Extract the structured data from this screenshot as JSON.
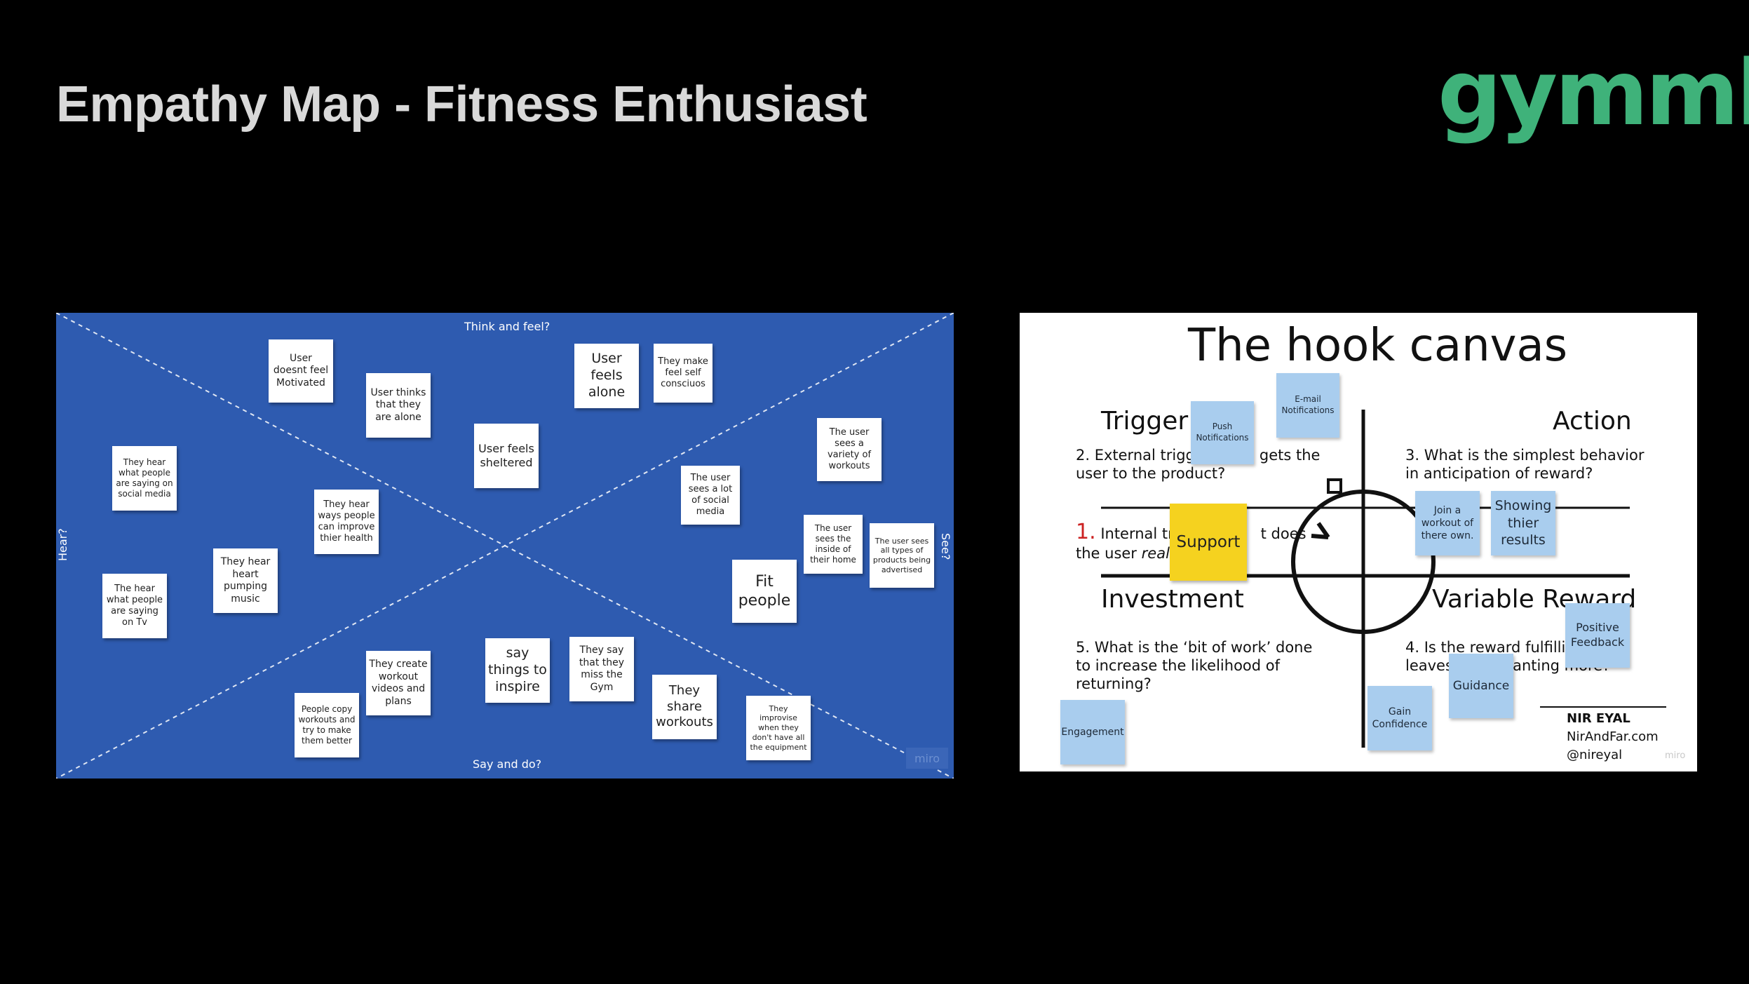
{
  "title": "Empathy Map - Fitness Enthusiast",
  "logo": "gymmly",
  "colors": {
    "background": "#000000",
    "logo": "#3fb27a",
    "empathy_bg": "#2e5bb0",
    "note_blue": "#a9cdee",
    "note_yellow": "#f5d21f",
    "number_red": "#cc2222"
  },
  "empathy": {
    "top_label": "Think and feel?",
    "bottom_label": "Say and do?",
    "left_label": "Hear?",
    "right_label": "See?",
    "watermark": "miro",
    "notes": [
      "User doesnt feel Motivated",
      "User thinks that they are alone",
      "User feels sheltered",
      "User feels alone",
      "They make feel self consciuos",
      "They hear what people are saying on social media",
      "They hear ways people can improve thier health",
      "They hear heart pumping music",
      "The hear what people are saying on Tv",
      "The user sees a lot of social media",
      "The user sees a variety of workouts",
      "The user sees the inside of their home",
      "The user sees all types of products being advertised",
      "Fit people",
      "They create workout videos and plans",
      "People copy workouts and try to make them better",
      "say things to inspire",
      "They say that they miss the Gym",
      "They share workouts",
      "They improvise when they don't have all the equipment"
    ]
  },
  "hook": {
    "title": "The hook canvas",
    "trigger": "Trigger",
    "action": "Action",
    "investment": "Investment",
    "variable_reward": "Variable Reward",
    "q2a": "2. External trigg",
    "q2b": "gets the",
    "q2c": "user to the product?",
    "q3a": "3. What is the simplest behavior",
    "q3b": "in anticipation of reward?",
    "q1num": "1.",
    "q1a": "Internal tri",
    "q1b": "t does",
    "q1c": "the user",
    "q1d": "reall",
    "q5a": "5. What is the ‘bit of work’ done",
    "q5b": "to increase the likelihood of",
    "q5c": "returning?",
    "q4a": "4. Is the reward fulfillin",
    "q4b": "leaves",
    "q4c": "wanting more?",
    "author": "NIR EYAL",
    "site": "NirAndFar.com",
    "handle": "@nireyal",
    "watermark": "miro",
    "notes": {
      "push": "Push Notifications",
      "email": "E-mail Notifications",
      "join": "Join a workout of there own.",
      "showing": "Showing thier results",
      "support": "Support",
      "positive": "Positive Feedback",
      "guidance": "Guidance",
      "gain": "Gain Confidence",
      "engagement": "Engagement"
    }
  }
}
